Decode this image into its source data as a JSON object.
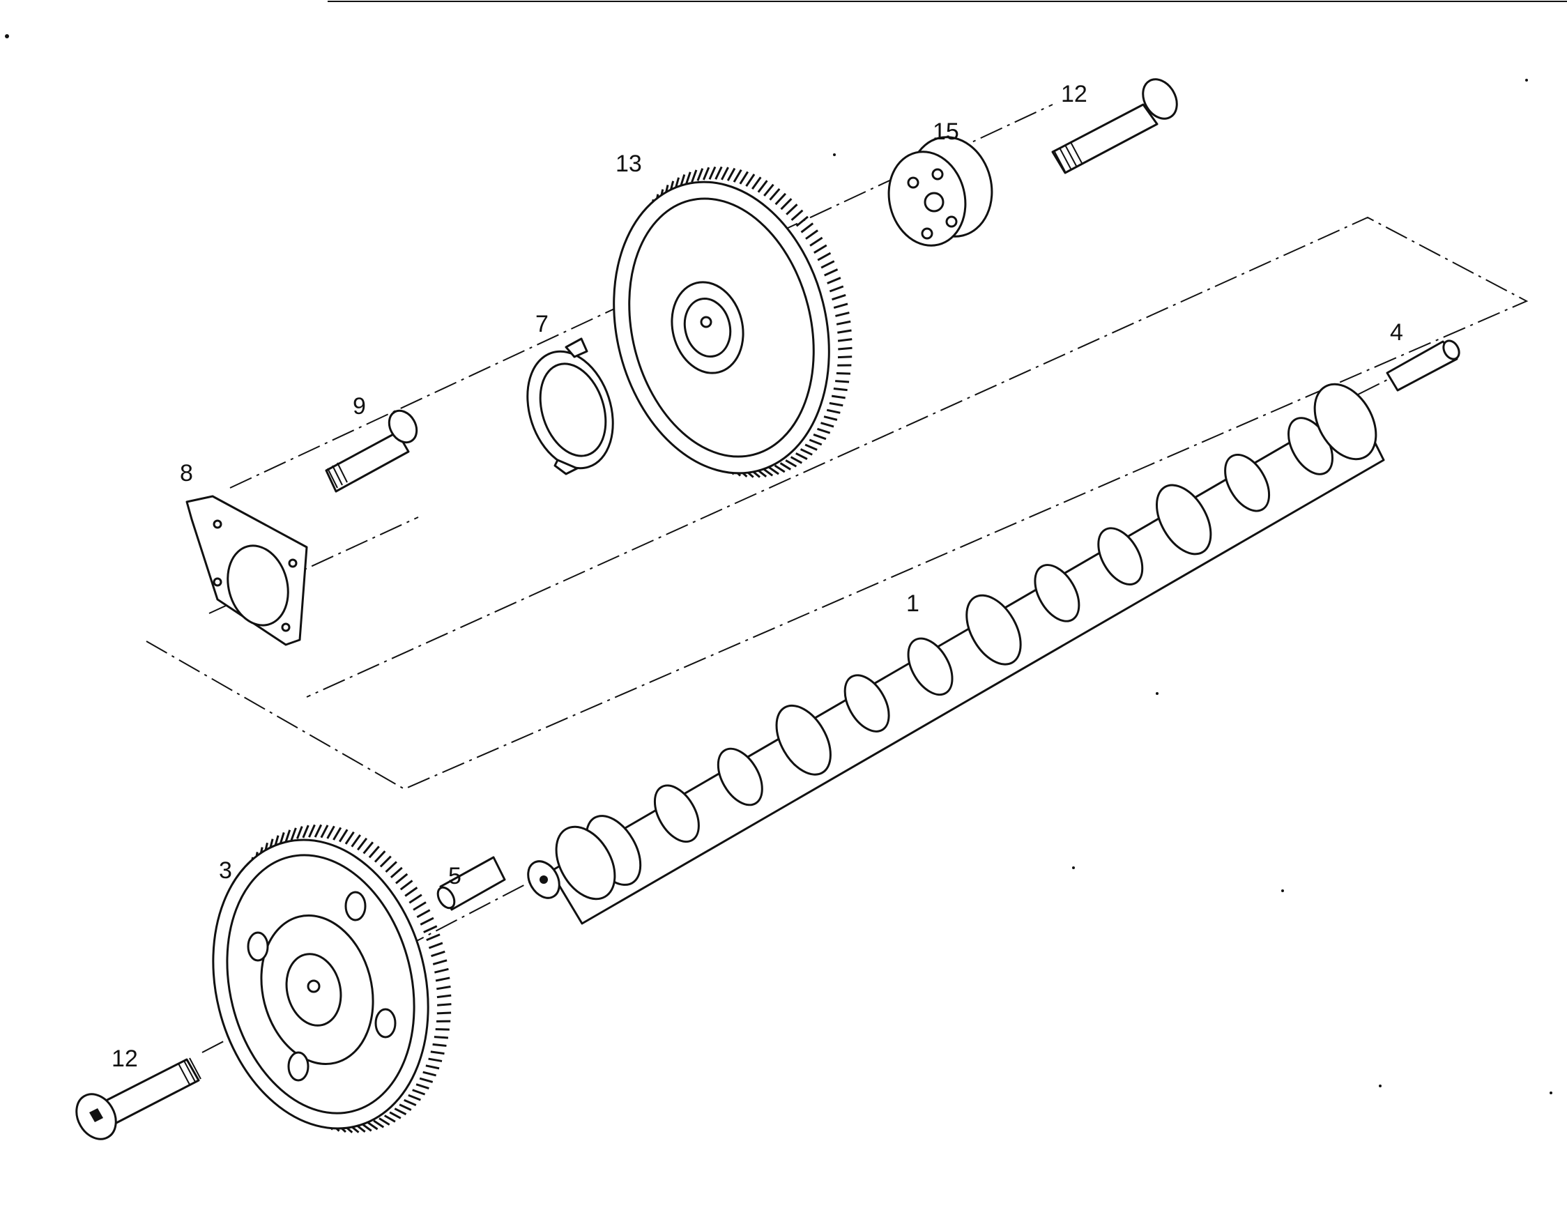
{
  "labels": {
    "camshaft": "1",
    "lower_gear": "3",
    "right_pin": "4",
    "left_pin": "5",
    "thrust_washer": "7",
    "thrust_plate": "8",
    "plate_screw": "9",
    "top_bolt": "12",
    "bottom_bolt": "12",
    "upper_gear": "13",
    "hub": "15"
  }
}
